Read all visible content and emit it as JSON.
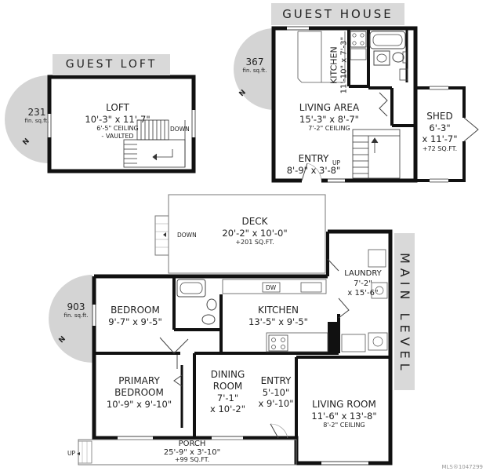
{
  "sections": {
    "guest_loft": {
      "banner": "GUEST LOFT",
      "sqft": "231",
      "sqft_unit": "fin. sq.ft."
    },
    "guest_house": {
      "banner": "GUEST HOUSE",
      "sqft": "367",
      "sqft_unit": "fin. sq.ft."
    },
    "main_level": {
      "banner": "MAIN LEVEL",
      "sqft": "903",
      "sqft_unit": "fin. sq.ft."
    }
  },
  "north_label": "N",
  "rooms": {
    "loft": {
      "name": "LOFT",
      "dim": "10'-3\" x 11'-7\"",
      "note1": "6'-5\" CEILING",
      "note2": "- VAULTED"
    },
    "gh_kitchen": {
      "name": "KITCHEN",
      "dim": "11'-10\" x 7'-3\""
    },
    "gh_living": {
      "name": "LIVING AREA",
      "dim": "15'-3\" x 8'-7\"",
      "note": "7'-2\" CEILING"
    },
    "gh_entry": {
      "name": "ENTRY",
      "dim": "8'-9\" x 3'-8\""
    },
    "shed": {
      "name": "SHED",
      "dim1": "6'-3\"",
      "dim2": "x 11'-7\"",
      "note": "+72 SQ.FT."
    },
    "deck": {
      "name": "DECK",
      "dim": "20'-2\" x 10'-0\"",
      "note": "+201 SQ.FT."
    },
    "laundry": {
      "name": "LAUNDRY",
      "dim1": "7'-2\"",
      "dim2": "x 15'-6\""
    },
    "bedroom": {
      "name": "BEDROOM",
      "dim": "9'-7\" x 9'-5\""
    },
    "kitchen": {
      "name": "KITCHEN",
      "dim": "13'-5\" x 9'-5\""
    },
    "primary": {
      "name1": "PRIMARY",
      "name2": "BEDROOM",
      "dim": "10'-9\" x 9'-10\""
    },
    "dining": {
      "name1": "DINING",
      "name2": "ROOM",
      "dim1": "7'-1\"",
      "dim2": "x 10'-2\""
    },
    "entry": {
      "name": "ENTRY",
      "dim1": "5'-10\"",
      "dim2": "x 9'-10\""
    },
    "living": {
      "name": "LIVING ROOM",
      "dim": "11'-6\" x 13'-8\"",
      "note": "8'-2\" CEILING"
    },
    "porch": {
      "name": "PORCH",
      "dim": "25'-9\" x 3'-10\"",
      "note": "+99 SQ.FT."
    }
  },
  "stair_labels": {
    "loft_down": "DOWN",
    "gh_up": "UP",
    "deck_down": "DOWN",
    "porch_up": "UP"
  },
  "appliance_labels": {
    "dw": "DW"
  },
  "watermark": "MLS®1047299"
}
